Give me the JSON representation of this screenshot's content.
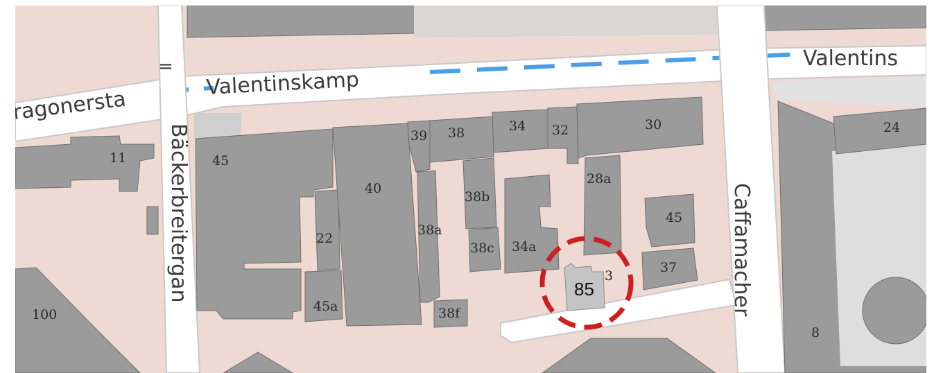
{
  "map": {
    "colors": {
      "block_fill": "#efd9d3",
      "building_fill": "#9b9b9b",
      "building_stroke": "#6e6e6e",
      "street_fill": "#ffffff",
      "street_edge": "#c8c8c8",
      "footpath_dash": "#4a9ee8",
      "marker_ring": "#cc1f24",
      "marker_fill": "#c4c4c4"
    },
    "streets": {
      "valentinskamp_main": "Valentinskamp",
      "valentinskamp_right": "Valentins",
      "dragonerstall": "ragonersta",
      "baeckerbreitergang": "Bäckerbreitergan",
      "caffamacherreihe": "Caffamacher"
    },
    "house_numbers": {
      "n100": "100",
      "n11": "11",
      "n45_left": "45",
      "n22": "22",
      "n45a": "45a",
      "n40": "40",
      "n38a": "38a",
      "n38f": "38f",
      "n39": "39",
      "n38": "38",
      "n34": "34",
      "n32": "32",
      "n30": "30",
      "n38b": "38b",
      "n38c": "38c",
      "n34a": "34a",
      "n28a": "28a",
      "n45_right": "45",
      "n37": "37",
      "n3_partial": "3",
      "n24": "24",
      "n8": "8"
    },
    "marker": {
      "label": "85"
    }
  }
}
